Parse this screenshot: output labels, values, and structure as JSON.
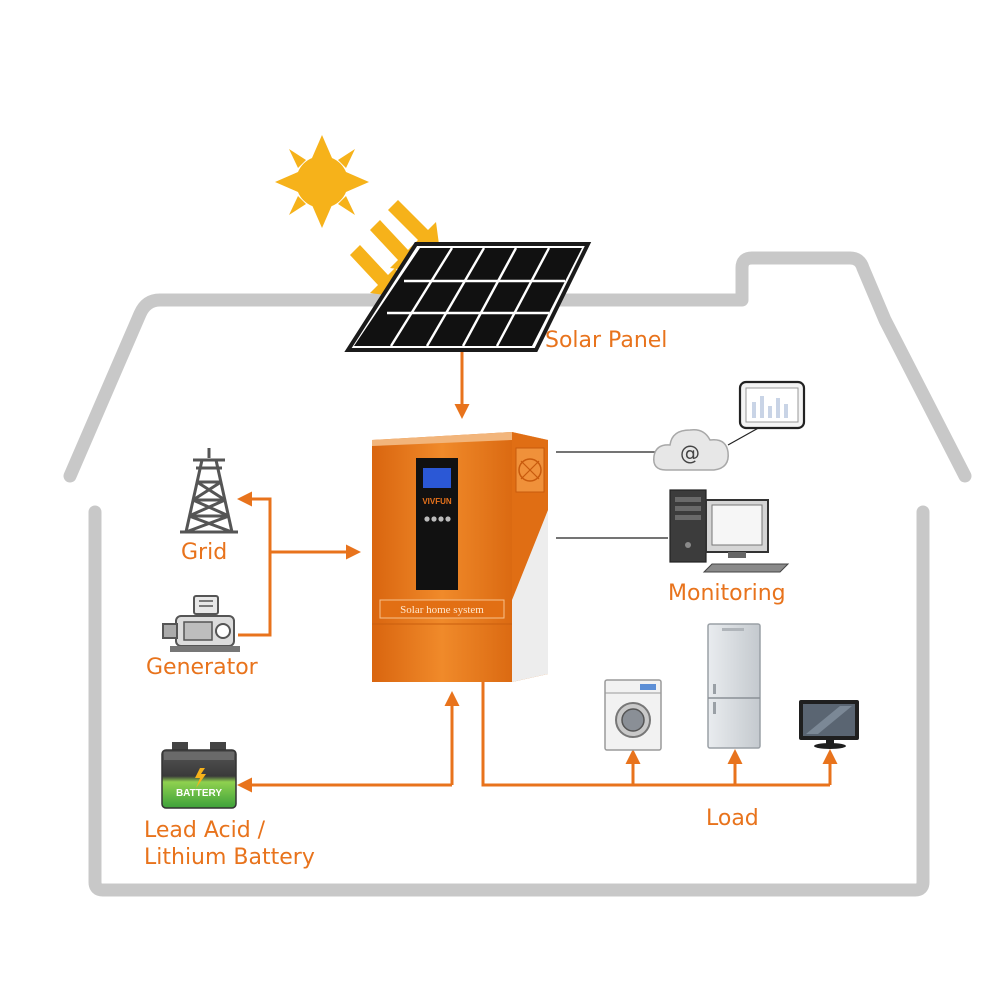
{
  "colors": {
    "accent": "#e8731c",
    "house_outline": "#c8c8c8",
    "sun": "#f6b21a",
    "inverter_body": "#e87a1a",
    "battery_green": "#6cc24a"
  },
  "labels": {
    "solar_panel": "Solar Panel",
    "grid": "Grid",
    "generator": "Generator",
    "battery_line1": "Lead Acid /",
    "battery_line2": "Lithium Battery",
    "monitoring": "Monitoring",
    "load": "Load"
  },
  "inverter": {
    "brand": "VIVFUN",
    "caption": "Solar home system"
  },
  "battery": {
    "label": "BATTERY"
  },
  "cloud": {
    "symbol": "@"
  },
  "icons": [
    "sun-icon",
    "solar-panel-icon",
    "grid-tower-icon",
    "generator-icon",
    "battery-icon",
    "tablet-icon",
    "cloud-icon",
    "computer-icon",
    "washing-machine-icon",
    "refrigerator-icon",
    "tv-icon"
  ]
}
